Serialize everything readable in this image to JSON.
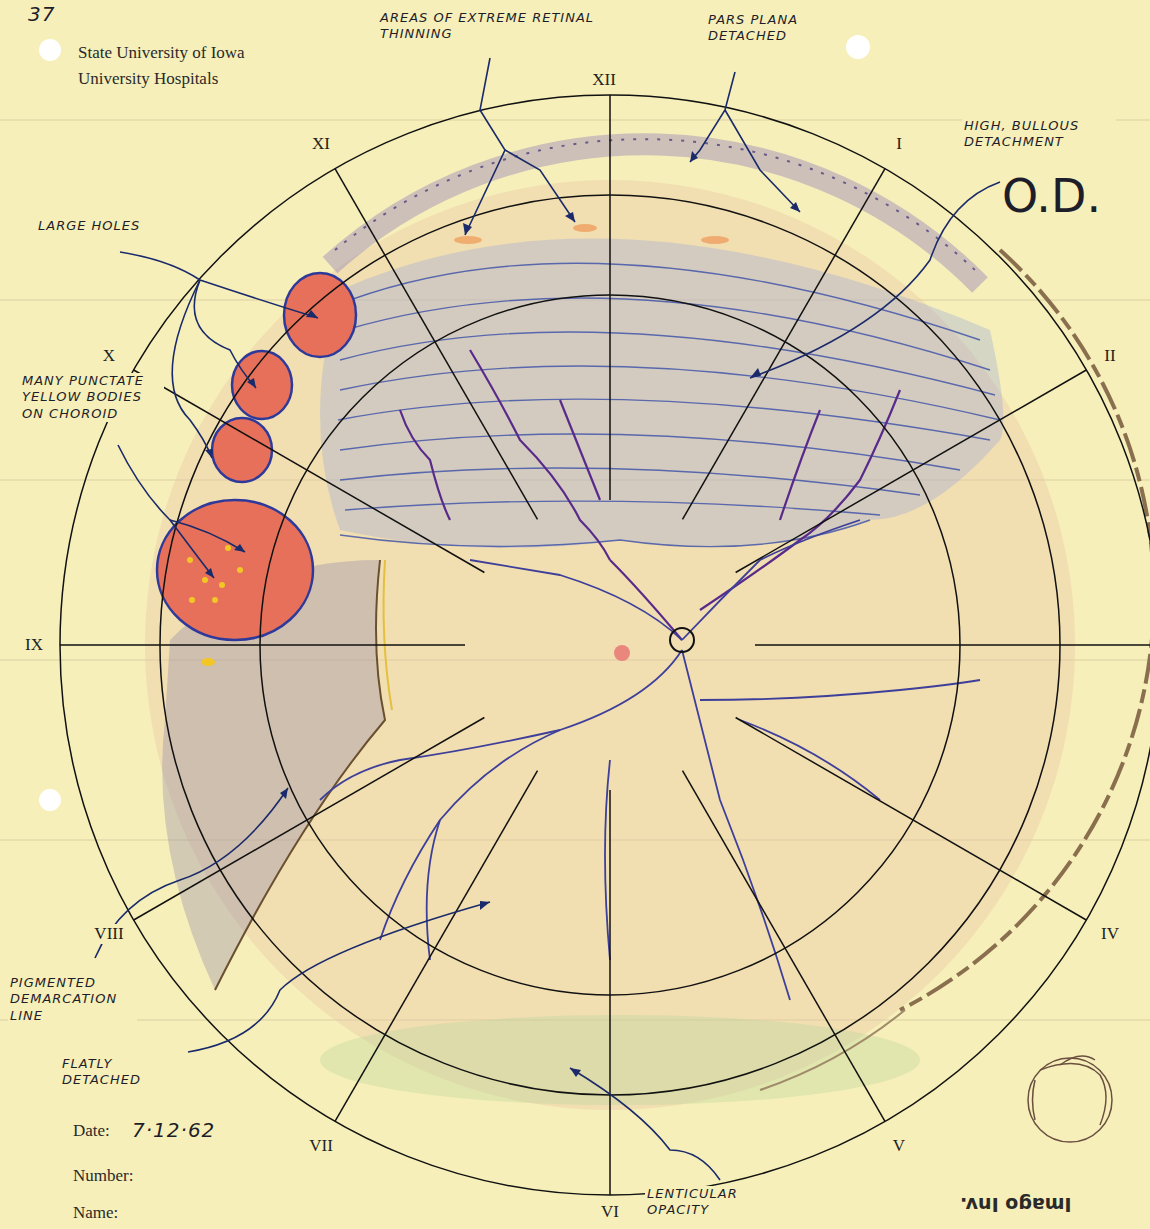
{
  "diagram": {
    "title": "State University of Iowa University Hospitals",
    "labels": [
      "37",
      "AREAS OF EXTREME RETINAL THINNING",
      "PARS PLANA DETACHED",
      "HIGH, BULLOUS DETACHMENT",
      "O.D.",
      "LARGE HOLES",
      "MANY PUNCTATE YELLOW BODIES ON CHOROID",
      "PIGMENTED DEMARCATION LINE",
      "FLATLY DETACHED",
      "LENTICULAR OPACITY",
      "XII",
      "I",
      "II",
      "IV",
      "V",
      "VI",
      "VII",
      "VIII",
      "IX",
      "X",
      "XI",
      "Date:",
      "7·12·62",
      "Number:",
      "Name:",
      "Imago Inv."
    ]
  }
}
